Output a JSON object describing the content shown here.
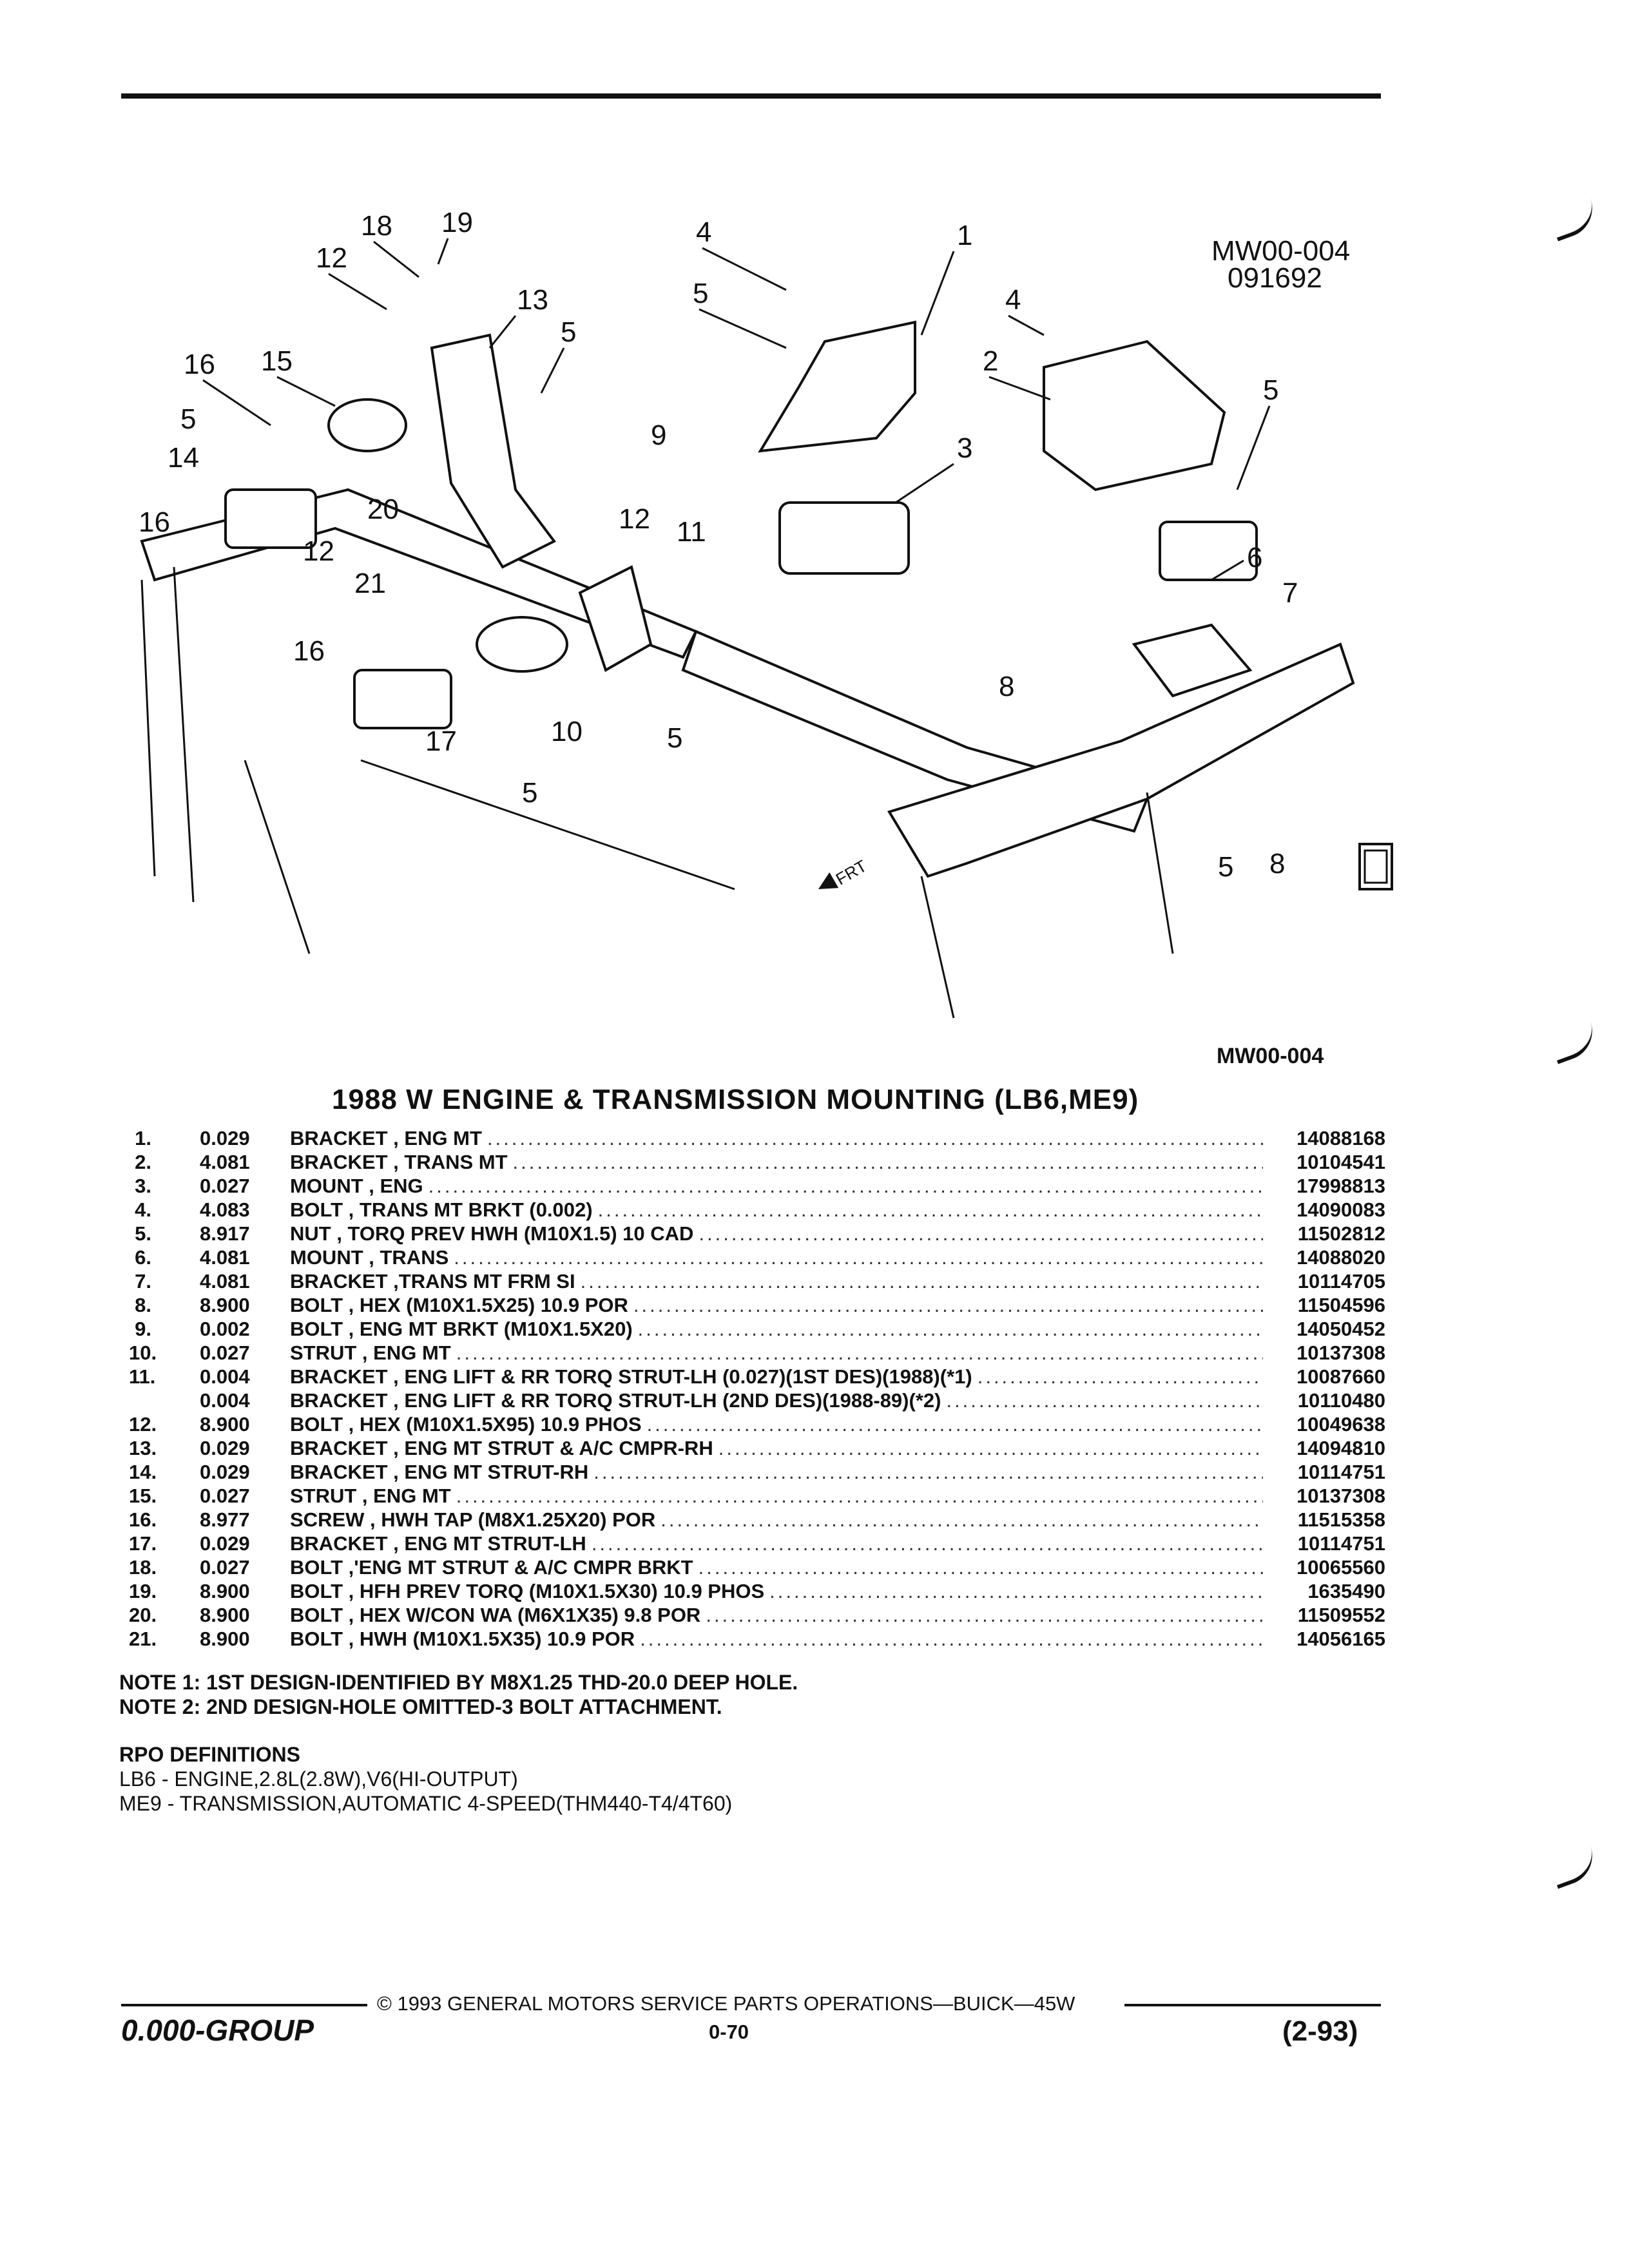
{
  "figure": {
    "ref_id": "MW00-004",
    "ref_date": "091692",
    "bottom_id": "MW00-004",
    "front_label": "FRT",
    "callouts": [
      "18",
      "19",
      "12",
      "13",
      "5",
      "16",
      "15",
      "5",
      "14",
      "16",
      "20",
      "12",
      "21",
      "16",
      "10",
      "17",
      "5",
      "4",
      "1",
      "5",
      "9",
      "3",
      "12",
      "11",
      "4",
      "2",
      "5",
      "6",
      "7",
      "8",
      "5",
      "5",
      "8"
    ]
  },
  "title": "1988 W ENGINE & TRANSMISSION MOUNTING (LB6,ME9)",
  "parts": [
    {
      "no": "1.",
      "qty": "0.029",
      "desc": "BRACKET , ENG MT",
      "pn": "14088168"
    },
    {
      "no": "2.",
      "qty": "4.081",
      "desc": "BRACKET , TRANS MT",
      "pn": "10104541"
    },
    {
      "no": "3.",
      "qty": "0.027",
      "desc": "MOUNT , ENG",
      "pn": "17998813"
    },
    {
      "no": "4.",
      "qty": "4.083",
      "desc": "BOLT , TRANS MT BRKT (0.002)",
      "pn": "14090083"
    },
    {
      "no": "5.",
      "qty": "8.917",
      "desc": "NUT , TORQ PREV HWH (M10X1.5) 10 CAD",
      "pn": "11502812"
    },
    {
      "no": "6.",
      "qty": "4.081",
      "desc": "MOUNT , TRANS",
      "pn": "14088020"
    },
    {
      "no": "7.",
      "qty": "4.081",
      "desc": "BRACKET ,TRANS MT FRM SI",
      "pn": "10114705"
    },
    {
      "no": "8.",
      "qty": "8.900",
      "desc": "BOLT , HEX (M10X1.5X25) 10.9 POR",
      "pn": "11504596"
    },
    {
      "no": "9.",
      "qty": "0.002",
      "desc": "BOLT , ENG MT BRKT (M10X1.5X20)",
      "pn": "14050452"
    },
    {
      "no": "10.",
      "qty": "0.027",
      "desc": "STRUT , ENG MT",
      "pn": "10137308"
    },
    {
      "no": "11.",
      "qty": "0.004",
      "desc": "BRACKET , ENG LIFT & RR TORQ STRUT-LH (0.027)(1ST DES)(1988)(*1)",
      "pn": "10087660"
    },
    {
      "no": "",
      "qty": "0.004",
      "desc": "BRACKET , ENG LIFT & RR TORQ STRUT-LH (2ND DES)(1988-89)(*2)",
      "pn": "10110480"
    },
    {
      "no": "12.",
      "qty": "8.900",
      "desc": "BOLT , HEX (M10X1.5X95) 10.9 PHOS",
      "pn": "10049638"
    },
    {
      "no": "13.",
      "qty": "0.029",
      "desc": "BRACKET , ENG MT STRUT & A/C CMPR-RH",
      "pn": "14094810"
    },
    {
      "no": "14.",
      "qty": "0.029",
      "desc": "BRACKET , ENG MT STRUT-RH",
      "pn": "10114751"
    },
    {
      "no": "15.",
      "qty": "0.027",
      "desc": "STRUT , ENG MT",
      "pn": "10137308"
    },
    {
      "no": "16.",
      "qty": "8.977",
      "desc": "SCREW , HWH TAP (M8X1.25X20) POR",
      "pn": "11515358"
    },
    {
      "no": "17.",
      "qty": "0.029",
      "desc": "BRACKET , ENG MT STRUT-LH",
      "pn": "10114751"
    },
    {
      "no": "18.",
      "qty": "0.027",
      "desc": "BOLT ,'ENG MT STRUT & A/C CMPR BRKT",
      "pn": "10065560"
    },
    {
      "no": "19.",
      "qty": "8.900",
      "desc": "BOLT , HFH PREV TORQ (M10X1.5X30) 10.9 PHOS",
      "pn": "1635490"
    },
    {
      "no": "20.",
      "qty": "8.900",
      "desc": "BOLT , HEX W/CON WA (M6X1X35) 9.8 POR",
      "pn": "11509552"
    },
    {
      "no": "21.",
      "qty": "8.900",
      "desc": "BOLT , HWH (M10X1.5X35) 10.9 POR",
      "pn": "14056165"
    }
  ],
  "notes": [
    "NOTE  1:  1ST DESIGN-IDENTIFIED BY M8X1.25 THD-20.0 DEEP HOLE.",
    "NOTE  2:  2ND DESIGN-HOLE OMITTED-3 BOLT ATTACHMENT."
  ],
  "rpo": {
    "heading": "RPO DEFINITIONS",
    "items": [
      "LB6 - ENGINE,2.8L(2.8W),V6(HI-OUTPUT)",
      "ME9 - TRANSMISSION,AUTOMATIC 4-SPEED(THM440-T4/4T60)"
    ]
  },
  "footer": {
    "copyright": "©  1993  GENERAL MOTORS SERVICE PARTS OPERATIONS—BUICK—45W",
    "group": "0.000-GROUP",
    "page": "0-70",
    "date": "(2-93)"
  }
}
